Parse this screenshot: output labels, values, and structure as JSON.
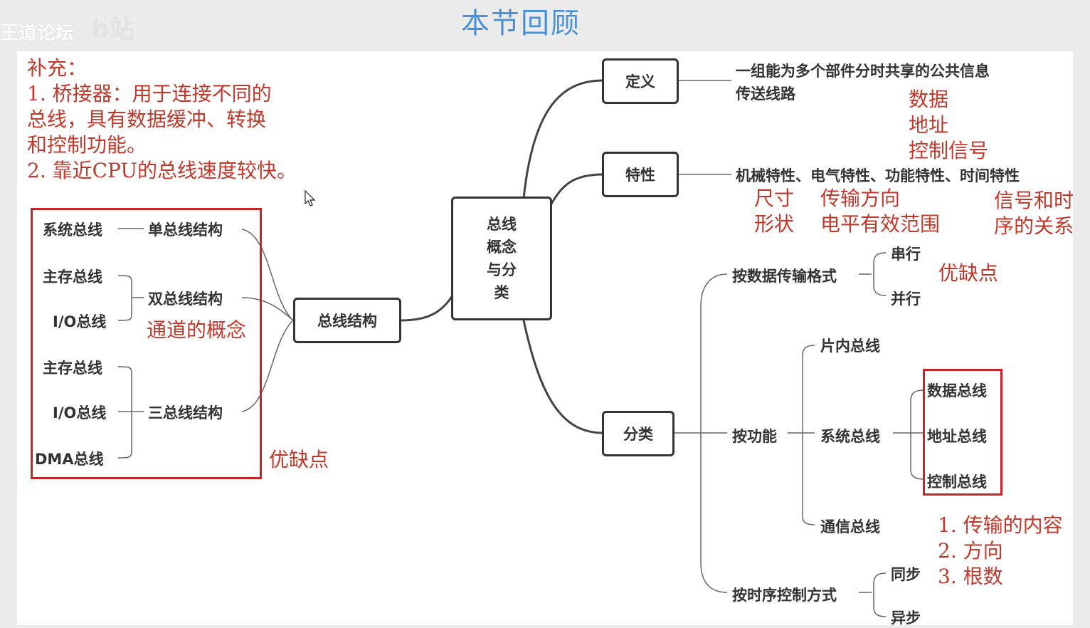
{
  "header": {
    "title": "本节回顾",
    "watermark": "王道论坛",
    "watermark_logo": "b站"
  },
  "supplement": {
    "title": "补充：",
    "line1": "1. 桥接器：用于连接不同的",
    "line2": "总线，具有数据缓冲、转换",
    "line3": "和控制功能。",
    "line4": "2. 靠近CPU的总线速度较快。"
  },
  "center": {
    "line1": "总线",
    "line2": "概念",
    "line3": "与分",
    "line4": "类"
  },
  "structure": {
    "label": "总线结构",
    "single": {
      "left": "系统总线",
      "right": "单总线结构"
    },
    "dual": {
      "left1": "主存总线",
      "left2": "I/O总线",
      "right": "双总线结构",
      "note": "通道的概念"
    },
    "triple": {
      "left1": "主存总线",
      "left2": "I/O总线",
      "left3": "DMA总线",
      "right": "三总线结构"
    },
    "note": "优缺点"
  },
  "definition": {
    "label": "定义",
    "text1": "一组能为多个部件分时共享的公共信息",
    "text2": "传送线路",
    "notes": [
      "数据",
      "地址",
      "控制信号"
    ]
  },
  "characteristics": {
    "label": "特性",
    "text": "机械特性、电气特性、功能特性、时间特性",
    "notes": {
      "mech1": "尺寸",
      "mech2": "形状",
      "elec1": "传输方向",
      "elec2": "电平有效范围",
      "time1": "信号和时",
      "time2": "序的关系"
    }
  },
  "classification": {
    "label": "分类",
    "by_format": {
      "label": "按数据传输格式",
      "serial": "串行",
      "parallel": "并行",
      "note": "优缺点"
    },
    "by_function": {
      "label": "按功能",
      "on_chip": "片内总线",
      "system": "系统总线",
      "system_items": [
        "数据总线",
        "地址总线",
        "控制总线"
      ],
      "comm": "通信总线",
      "comm_notes": [
        "1. 传输的内容",
        "2. 方向",
        "3. 根数"
      ]
    },
    "by_timing": {
      "label": "按时序控制方式",
      "sync": "同步",
      "async": "异步"
    }
  },
  "colors": {
    "title": "#4a90d9",
    "note": "#c0392b",
    "node_border": "#333333",
    "red_box": "#c42525"
  },
  "icons": {
    "cursor": "mouse-pointer-icon"
  }
}
